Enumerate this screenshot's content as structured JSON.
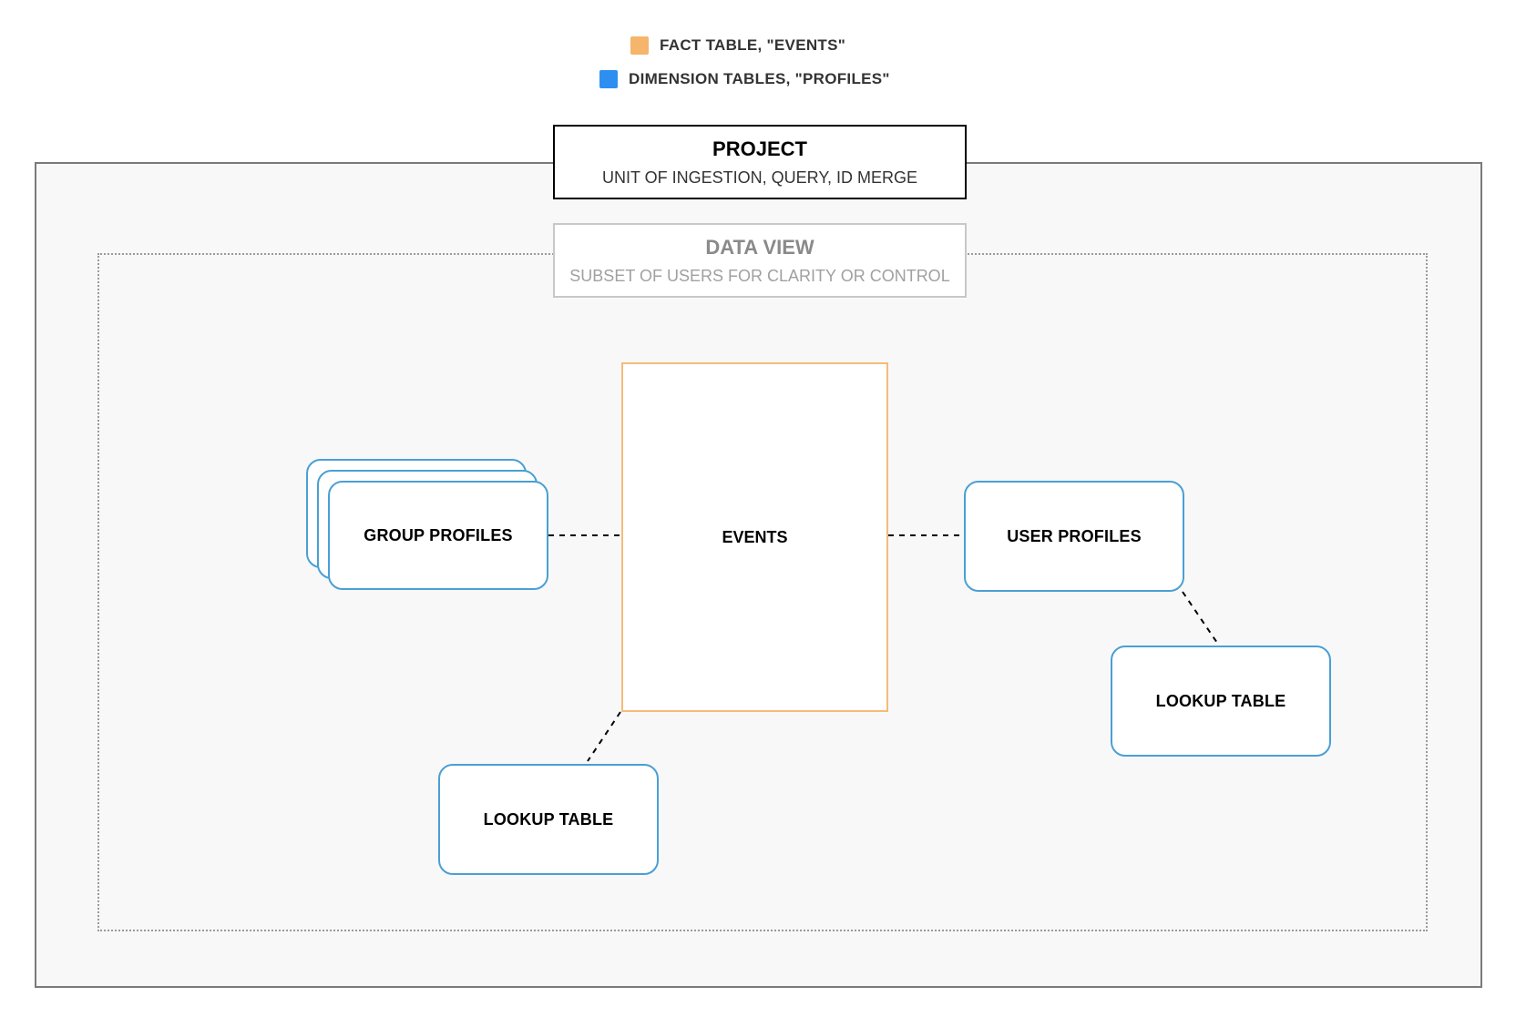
{
  "legend": {
    "fact": {
      "label": "FACT TABLE, \"EVENTS\"",
      "color": "#f5b56b"
    },
    "dimension": {
      "label": "DIMENSION TABLES, \"PROFILES\"",
      "color": "#2f8ff0"
    }
  },
  "project": {
    "title": "PROJECT",
    "subtitle": "UNIT OF INGESTION, QUERY, ID MERGE"
  },
  "data_view": {
    "title": "DATA VIEW",
    "subtitle": "SUBSET OF USERS FOR CLARITY OR CONTROL"
  },
  "nodes": {
    "events": "EVENTS",
    "group_profiles": "GROUP PROFILES",
    "user_profiles": "USER PROFILES",
    "lookup_left": "LOOKUP TABLE",
    "lookup_right": "LOOKUP TABLE"
  },
  "colors": {
    "fact_border": "#f5bb7a",
    "dimension_border": "#4a9fd5",
    "project_frame_bg": "#f8f8f8"
  }
}
